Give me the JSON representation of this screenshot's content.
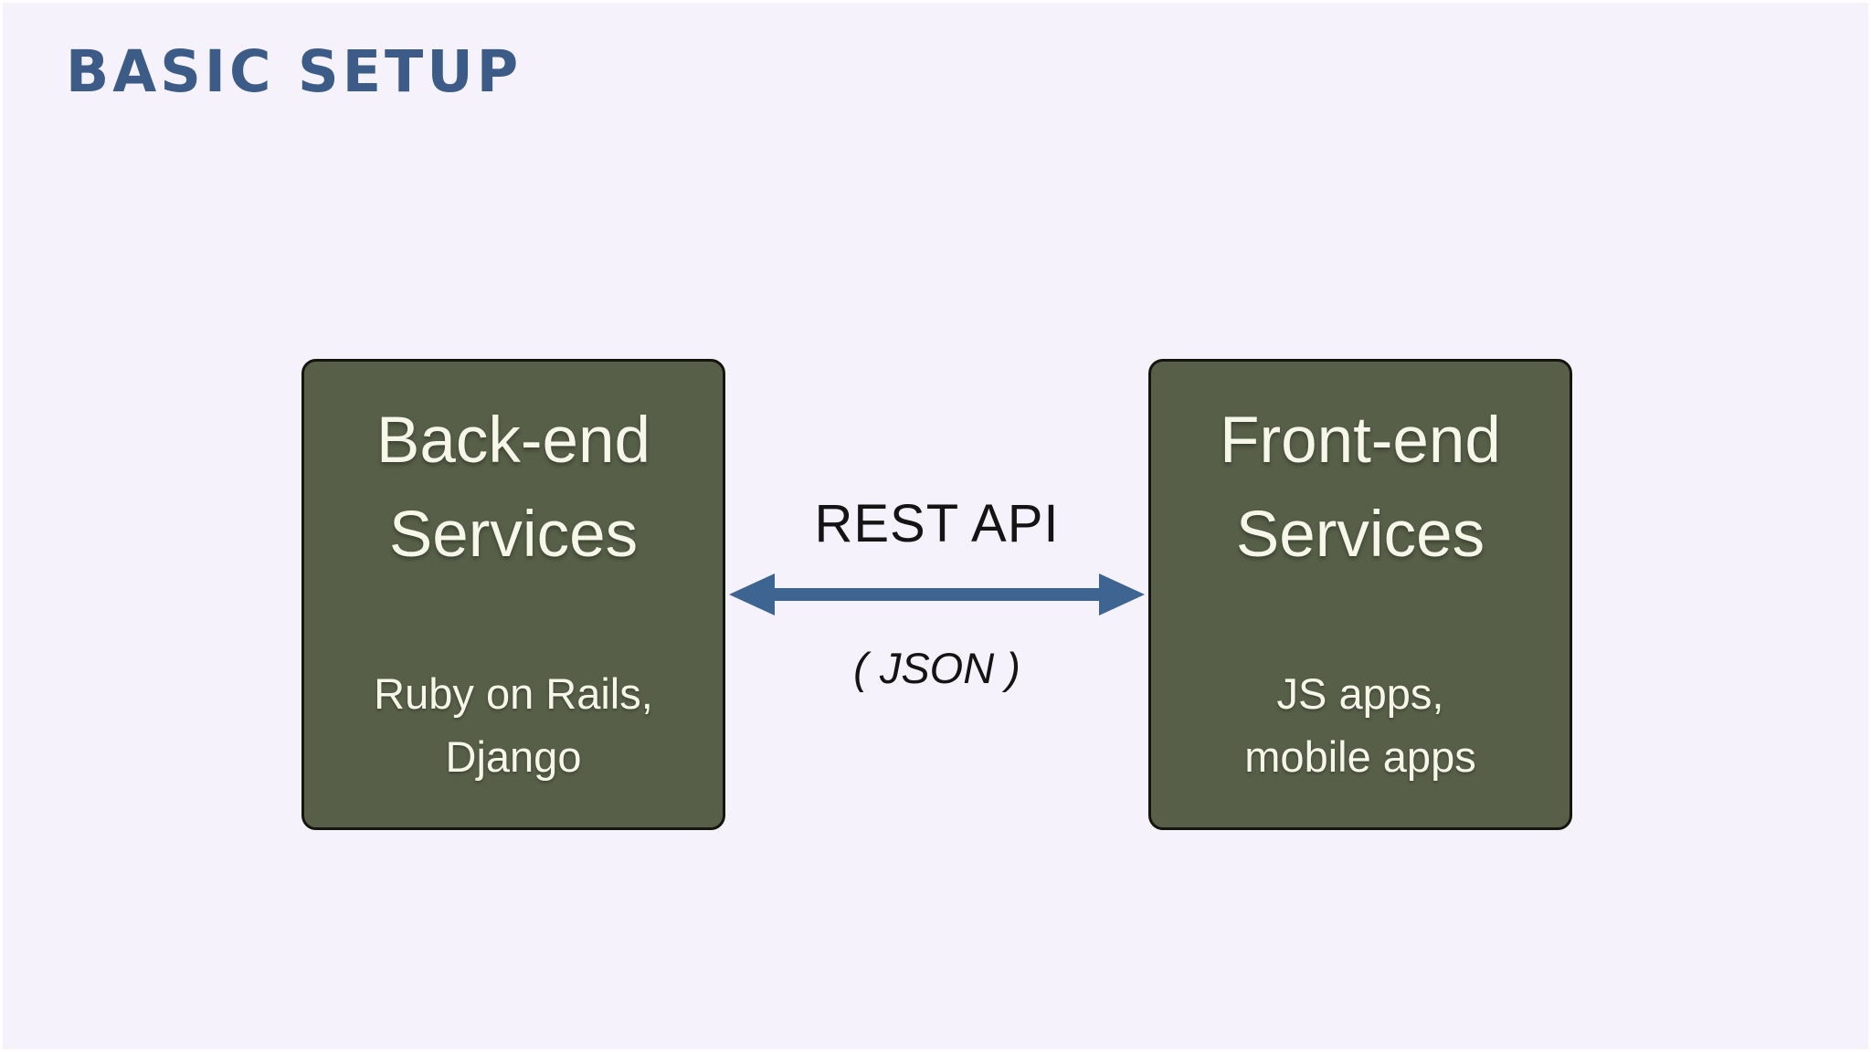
{
  "slide": {
    "title": "BASIC SETUP"
  },
  "left_box": {
    "title_line1": "Back-end",
    "title_line2": "Services",
    "subtitle_line1": "Ruby on Rails,",
    "subtitle_line2": "Django"
  },
  "right_box": {
    "title_line1": "Front-end",
    "title_line2": "Services",
    "subtitle_line1": "JS apps,",
    "subtitle_line2": "mobile apps"
  },
  "connector": {
    "protocol_label": "REST API",
    "format_label": "( JSON )"
  },
  "colors": {
    "background": "#f5f2fb",
    "title_text": "#3c5c87",
    "box_fill": "#575f49",
    "box_border": "#15150f",
    "box_text": "#f6f6e9",
    "arrow": "#3e6492",
    "connector_text": "#141414"
  }
}
